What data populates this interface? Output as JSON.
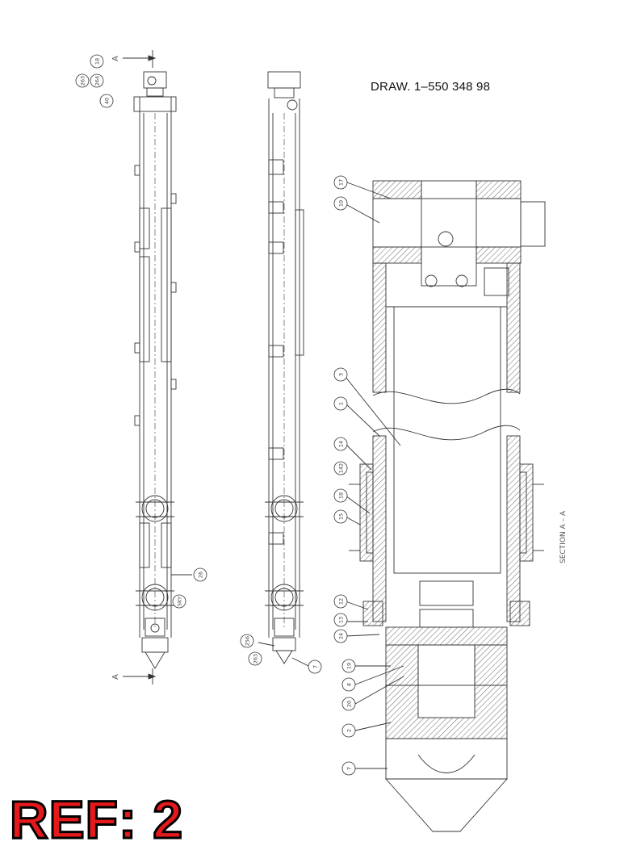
{
  "drawing": {
    "title": "DRAW. 1–550 348 98",
    "ref_label": "REF: 2",
    "section_label": "SECTION  A – A",
    "section_marks": [
      "A",
      "A"
    ],
    "callouts_left_view": [
      "18",
      "263",
      "264",
      "40",
      "26",
      "SKY"
    ],
    "callouts_middle_view": [
      "256",
      "263",
      "7"
    ],
    "callouts_section": [
      "17",
      "10",
      "3",
      "1",
      "14",
      "142",
      "18",
      "15",
      "12",
      "13",
      "24",
      "19",
      "8",
      "20",
      "2",
      "7"
    ]
  }
}
